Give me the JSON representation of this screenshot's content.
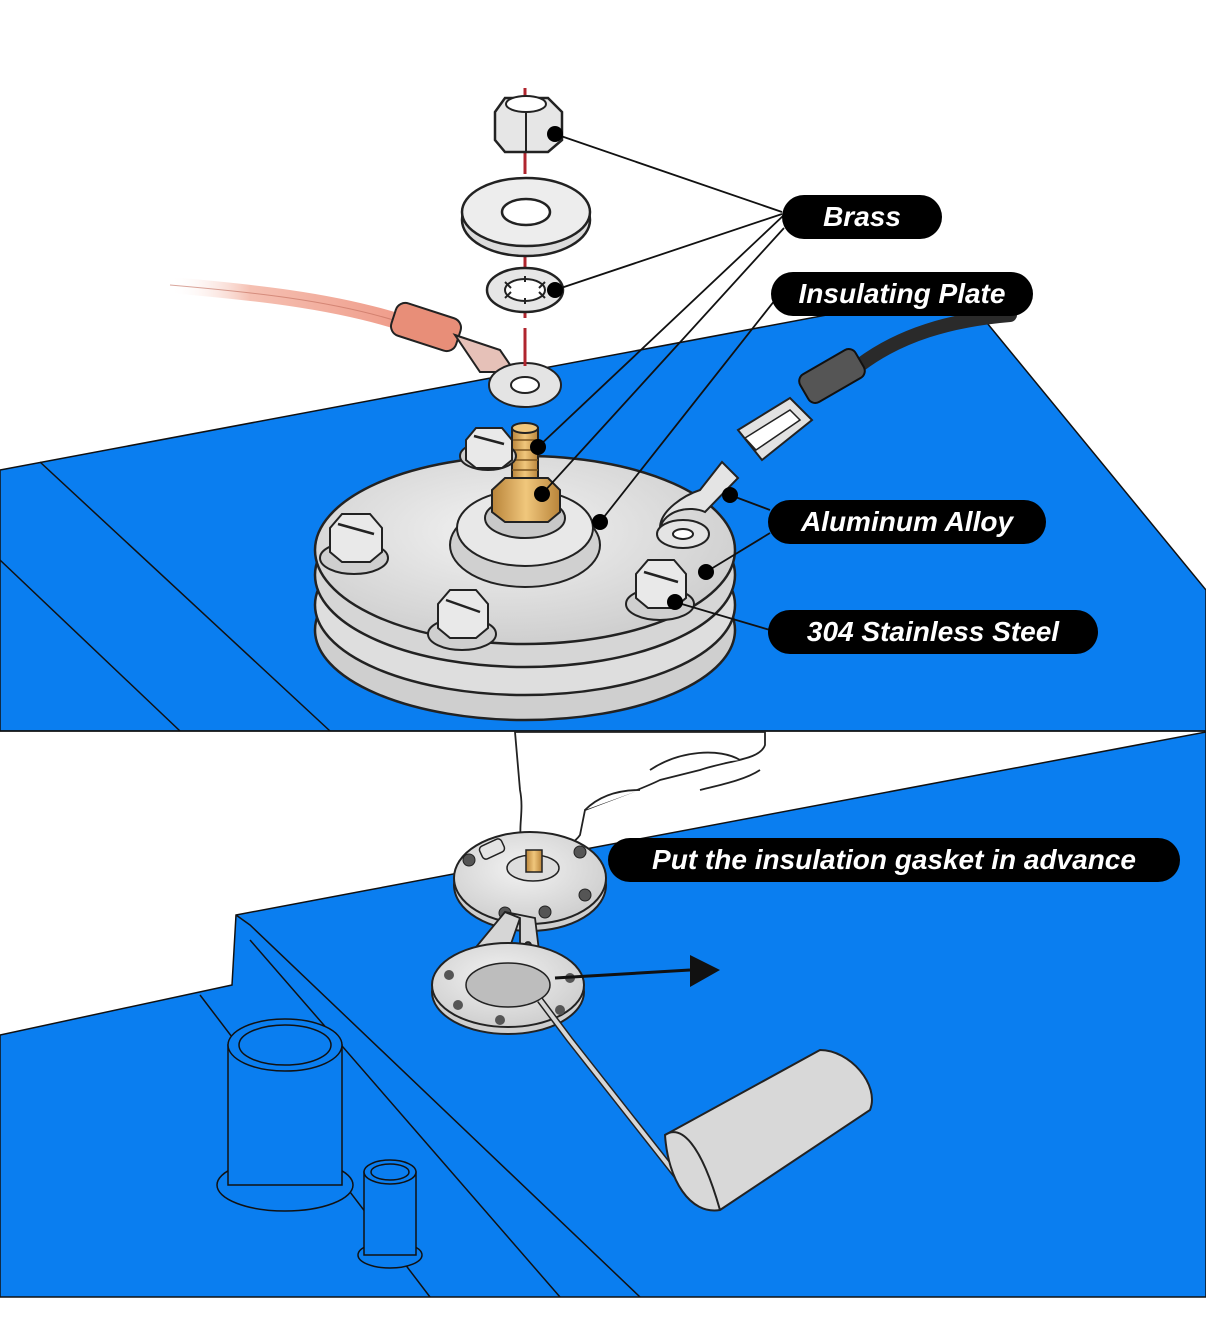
{
  "labels": {
    "brass": "Brass",
    "insulating_plate": "Insulating Plate",
    "aluminum_alloy": "Aluminum Alloy",
    "stainless_steel": "304 Stainless Steel",
    "gasket_note": "Put the insulation gasket in advance"
  },
  "colors": {
    "tank_blue": "#0a7ef0",
    "metal_gray": "#d8d8d8",
    "brass": "#d9a85a",
    "red_wire": "#f0a898",
    "black_wire": "#2a2a2a",
    "axis_red": "#b0252e",
    "label_bg": "#000000",
    "label_text": "#ffffff"
  }
}
